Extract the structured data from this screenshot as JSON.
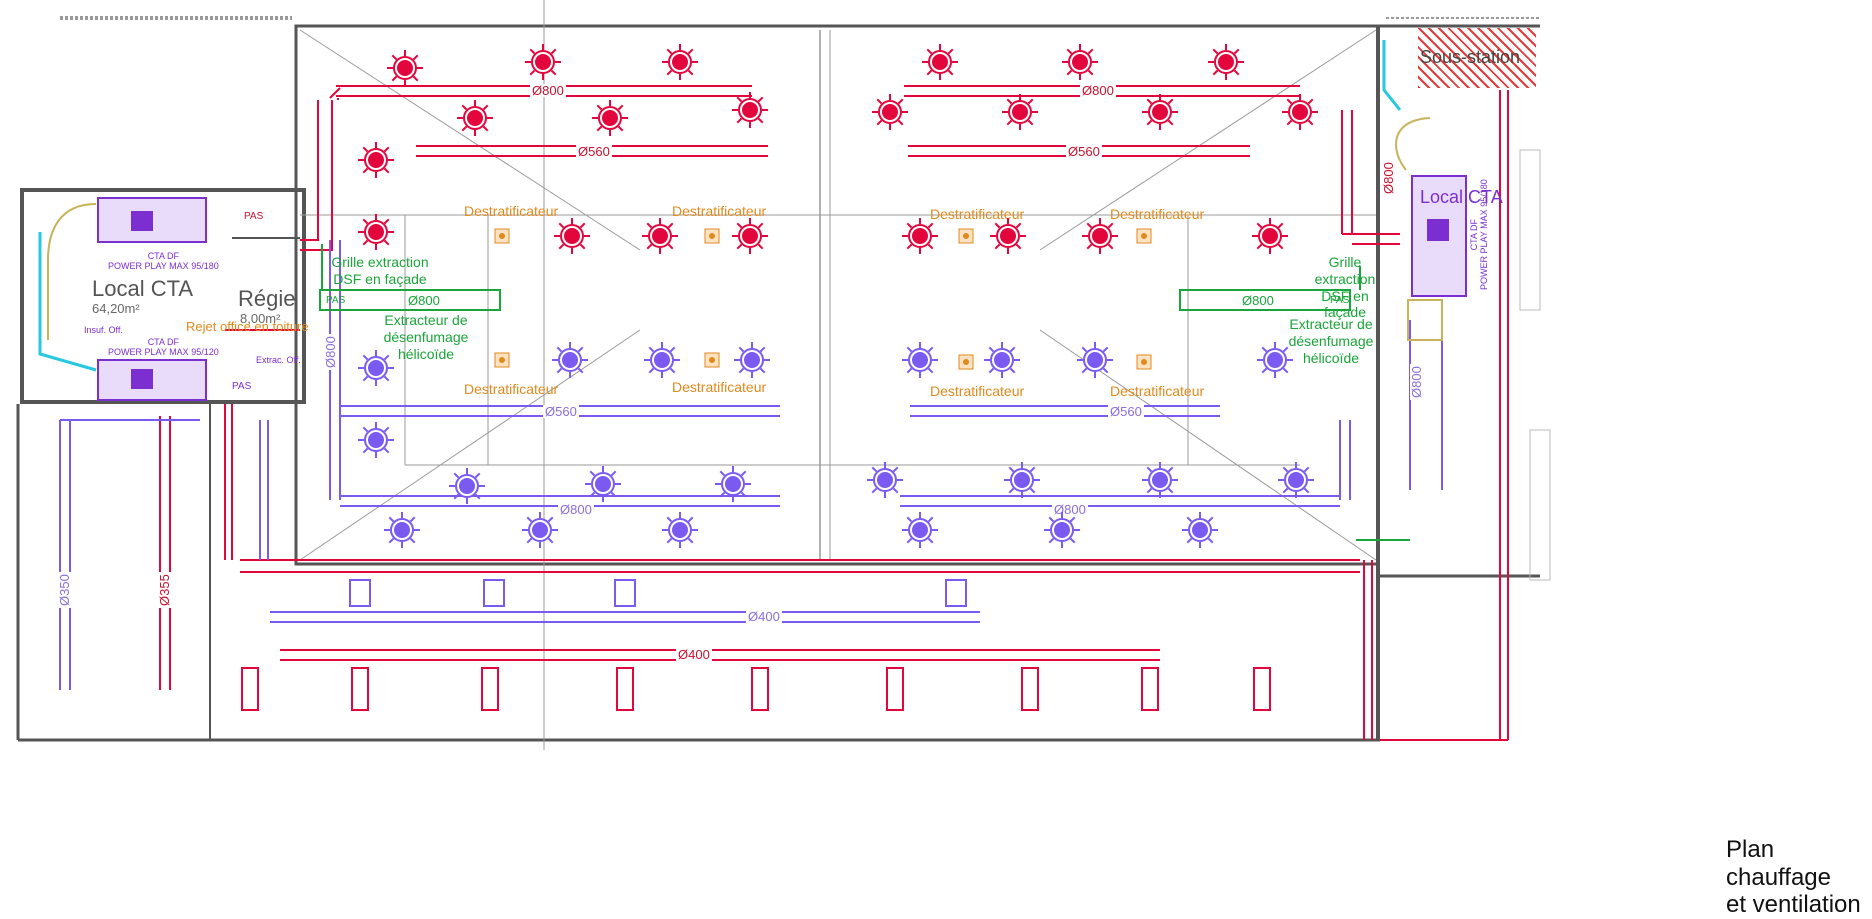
{
  "rooms": {
    "local_cta_left": {
      "name": "Local CTA",
      "area": "64,20m²"
    },
    "regie": {
      "name": "Régie",
      "area": "8,00m²"
    },
    "sous_station": {
      "name": "Sous-station"
    },
    "local_cta_right": {
      "name": "Local CTA"
    }
  },
  "equipment": {
    "cta_top": {
      "line1": "CTA DF",
      "line2": "POWER PLAY MAX 95/180"
    },
    "cta_bottom": {
      "line1": "CTA DF",
      "line2": "POWER PLAY MAX 95/120"
    },
    "cta_right": {
      "line1": "CTA DF",
      "line2": "POWER PLAY MAX 95/180"
    },
    "rejet_office": "Rejet office en toiture",
    "extract_office": "Extrac. Off.",
    "insuf_office": "Insuf. Off."
  },
  "labels": {
    "destratificateur": "Destratificateur",
    "grille_extraction": "Grille extraction DSF en façade",
    "extracteur": "Extracteur de désenfumage hélicoïde",
    "pas": "PAS"
  },
  "diameters": {
    "d800": "Ø800",
    "d560": "Ø560",
    "d400": "Ø400",
    "d355": "Ø355",
    "d350": "Ø350"
  },
  "caption": {
    "line1": "Plan chauffage",
    "line2": "et ventilation"
  },
  "colors": {
    "supply": "#e3063c",
    "extract": "#7a5af0",
    "smoke_exhaust": "#1aa53a",
    "destrat": "#e08a1e",
    "wall": "#555555",
    "grid": "#999999"
  }
}
